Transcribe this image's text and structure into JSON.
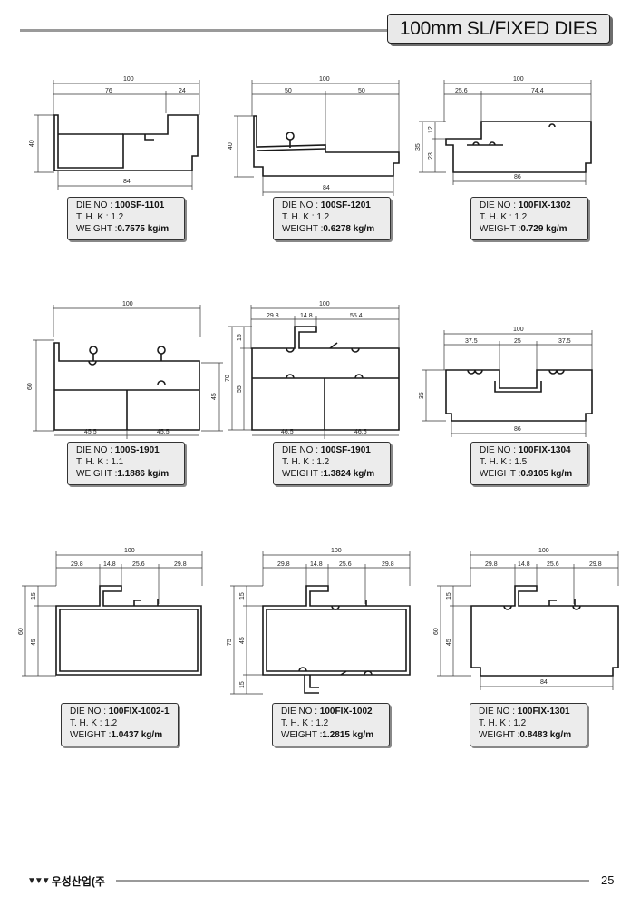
{
  "header": {
    "title": "100mm SL/FIXED DIES"
  },
  "dies": [
    {
      "die_label": "DIE NO :",
      "die_no": "100SF-1101",
      "thk_label": "T. H. K :",
      "thk": "1.2",
      "weight_label": "WEIGHT :",
      "weight": "0.7575 kg/m",
      "dims": {
        "top": "100",
        "a": "76",
        "b": "24",
        "left": "40",
        "bottom": "84"
      }
    },
    {
      "die_label": "DIE NO :",
      "die_no": "100SF-1201",
      "thk_label": "T. H. K :",
      "thk": "1.2",
      "weight_label": "WEIGHT :",
      "weight": "0.6278 kg/m",
      "dims": {
        "top": "100",
        "a": "50",
        "b": "50",
        "left": "40",
        "bottom": "84"
      }
    },
    {
      "die_label": "DIE NO :",
      "die_no": "100FIX-1302",
      "thk_label": "T. H. K :",
      "thk": "1.2",
      "weight_label": "WEIGHT :",
      "weight": "0.729 kg/m",
      "dims": {
        "top": "100",
        "a": "25.6",
        "b": "74.4",
        "left": "35",
        "l1": "12",
        "l2": "23",
        "bottom": "86"
      }
    },
    {
      "die_label": "DIE NO :",
      "die_no": "100S-1901",
      "thk_label": "T. H. K :",
      "thk": "1.1",
      "weight_label": "WEIGHT :",
      "weight": "1.1886 kg/m",
      "dims": {
        "top": "100",
        "left": "60",
        "right": "45",
        "b1": "45.5",
        "b2": "45.5"
      }
    },
    {
      "die_label": "DIE NO :",
      "die_no": "100SF-1901",
      "thk_label": "T. H. K :",
      "thk": "1.2",
      "weight_label": "WEIGHT :",
      "weight": "1.3824 kg/m",
      "dims": {
        "top": "100",
        "a": "29.8",
        "b": "14.8",
        "c": "55.4",
        "l1": "15",
        "l2": "55",
        "l3": "70",
        "b1": "46.5",
        "b2": "46.5"
      }
    },
    {
      "die_label": "DIE NO :",
      "die_no": "100FIX-1304",
      "thk_label": "T. H. K :",
      "thk": "1.5",
      "weight_label": "WEIGHT :",
      "weight": "0.9105 kg/m",
      "dims": {
        "top": "100",
        "a": "37.5",
        "b": "25",
        "c": "37.5",
        "left": "35",
        "bottom": "86"
      }
    },
    {
      "die_label": "DIE NO :",
      "die_no": "100FIX-1002-1",
      "thk_label": "T. H. K :",
      "thk": "1.2",
      "weight_label": "WEIGHT :",
      "weight": "1.0437 kg/m",
      "dims": {
        "top": "100",
        "a": "29.8",
        "b": "14.8",
        "c": "25.6",
        "d": "29.8",
        "l1": "15",
        "l2": "45",
        "l3": "60"
      }
    },
    {
      "die_label": "DIE NO :",
      "die_no": "100FIX-1002",
      "thk_label": "T. H. K :",
      "thk": "1.2",
      "weight_label": "WEIGHT :",
      "weight": "1.2815 kg/m",
      "dims": {
        "top": "100",
        "a": "29.8",
        "b": "14.8",
        "c": "25.6",
        "d": "29.8",
        "l1": "15",
        "l2": "45",
        "l3": "15",
        "l4": "75"
      }
    },
    {
      "die_label": "DIE NO :",
      "die_no": "100FIX-1301",
      "thk_label": "T. H. K :",
      "thk": "1.2",
      "weight_label": "WEIGHT :",
      "weight": "0.8483 kg/m",
      "dims": {
        "top": "100",
        "a": "29.8",
        "b": "14.8",
        "c": "25.6",
        "d": "29.8",
        "l1": "15",
        "l2": "45",
        "l3": "60",
        "bottom": "84"
      }
    }
  ],
  "footer": {
    "company": "우성산업(주",
    "page": "25"
  }
}
